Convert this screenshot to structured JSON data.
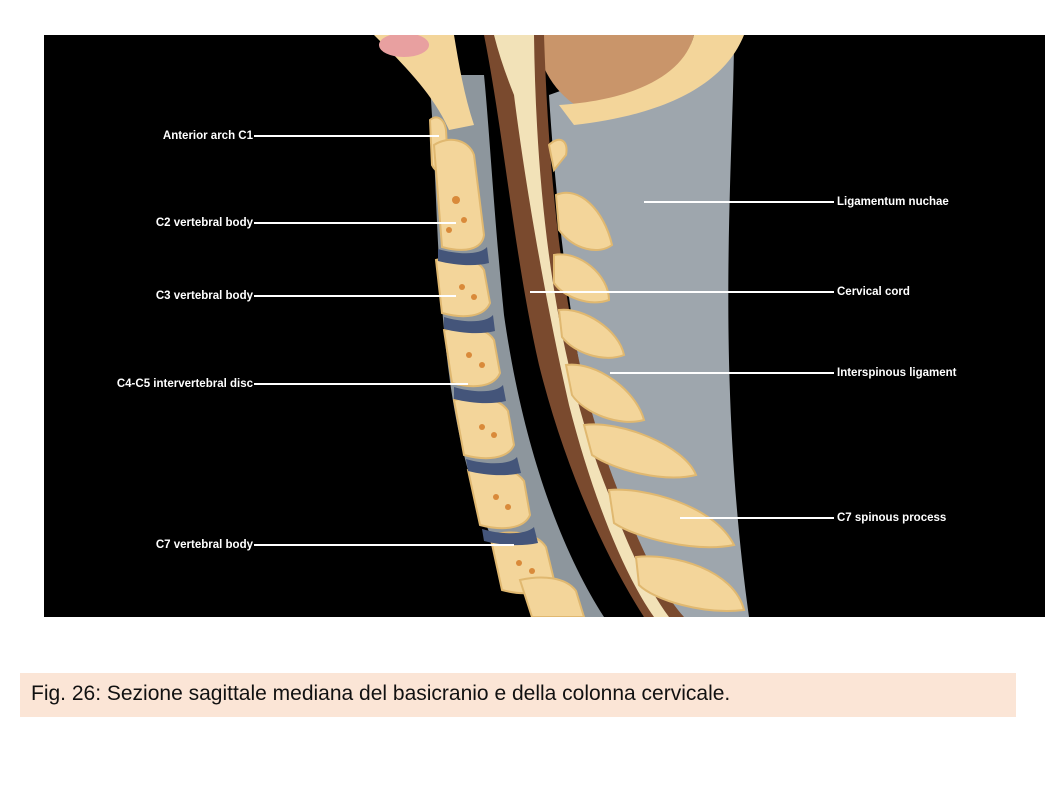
{
  "figure": {
    "labels_left": [
      {
        "id": "anterior-arch-c1",
        "text": "Anterior arch C1"
      },
      {
        "id": "c2-vertebral-body",
        "text": "C2 vertebral body"
      },
      {
        "id": "c3-vertebral-body",
        "text": "C3 vertebral body"
      },
      {
        "id": "c4-c5-intervertebral-disc",
        "text": "C4-C5 intervertebral disc"
      },
      {
        "id": "c7-vertebral-body",
        "text": "C7 vertebral body"
      }
    ],
    "labels_right": [
      {
        "id": "ligamentum-nuchae",
        "text": "Ligamentum nuchae"
      },
      {
        "id": "cervical-cord",
        "text": "Cervical cord"
      },
      {
        "id": "interspinous-ligament",
        "text": "Interspinous ligament"
      },
      {
        "id": "c7-spinous-process",
        "text": "C7 spinous process"
      }
    ],
    "colors": {
      "background": "#000000",
      "bone": "#f3d59a",
      "bone_marrow": "#d98a3a",
      "disc": "#44557a",
      "ligament": "#9ea6ad",
      "cord": "#f2e2b8",
      "dura": "#7a4a2e"
    }
  },
  "caption": {
    "text": "Fig. 26: Sezione sagittale mediana del basicranio e della colonna cervicale."
  }
}
